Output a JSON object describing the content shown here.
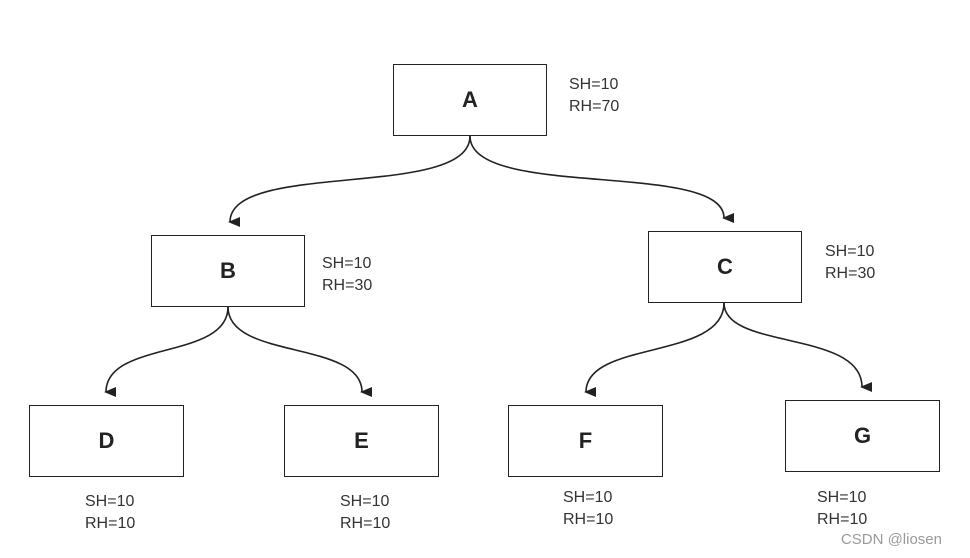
{
  "nodes": {
    "A": {
      "label": "A",
      "sh": "SH=10",
      "rh": "RH=70"
    },
    "B": {
      "label": "B",
      "sh": "SH=10",
      "rh": "RH=30"
    },
    "C": {
      "label": "C",
      "sh": "SH=10",
      "rh": "RH=30"
    },
    "D": {
      "label": "D",
      "sh": "SH=10",
      "rh": "RH=10"
    },
    "E": {
      "label": "E",
      "sh": "SH=10",
      "rh": "RH=10"
    },
    "F": {
      "label": "F",
      "sh": "SH=10",
      "rh": "RH=10"
    },
    "G": {
      "label": "G",
      "sh": "SH=10",
      "rh": "RH=10"
    }
  },
  "edges": [
    [
      "A",
      "B"
    ],
    [
      "A",
      "C"
    ],
    [
      "B",
      "D"
    ],
    [
      "B",
      "E"
    ],
    [
      "C",
      "F"
    ],
    [
      "C",
      "G"
    ]
  ],
  "watermark": "CSDN @liosen"
}
